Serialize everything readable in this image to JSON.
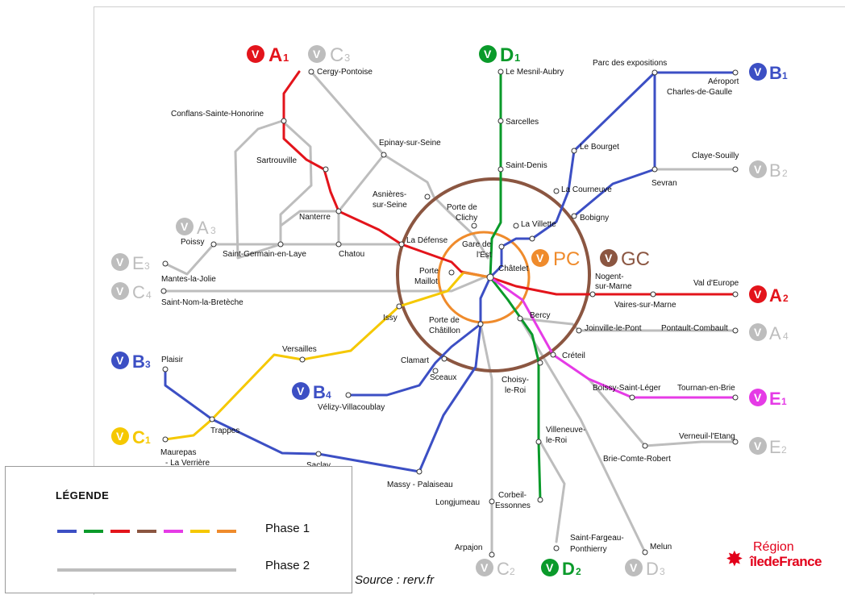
{
  "colors": {
    "rer_a": "#e3141b",
    "rer_b": "#3c4fc4",
    "rer_c": "#f5c800",
    "rer_d": "#0a9a2a",
    "rer_e": "#e53be6",
    "pc": "#ef8b2c",
    "gc": "#8b5641",
    "phase2": "#bdbdbd"
  },
  "badges": {
    "a1": {
      "letter": "A",
      "sub": "1"
    },
    "c3": {
      "letter": "C",
      "sub": "3"
    },
    "d1": {
      "letter": "D",
      "sub": "1"
    },
    "b1": {
      "letter": "B",
      "sub": "1"
    },
    "b2": {
      "letter": "B",
      "sub": "2"
    },
    "a3": {
      "letter": "A",
      "sub": "3"
    },
    "e3": {
      "letter": "E",
      "sub": "3"
    },
    "c4": {
      "letter": "C",
      "sub": "4"
    },
    "pc": {
      "letter": "PC",
      "sub": ""
    },
    "gc": {
      "letter": "GC",
      "sub": ""
    },
    "a2": {
      "letter": "A",
      "sub": "2"
    },
    "a4": {
      "letter": "A",
      "sub": "4"
    },
    "b3": {
      "letter": "B",
      "sub": "3"
    },
    "b4": {
      "letter": "B",
      "sub": "4"
    },
    "e1": {
      "letter": "E",
      "sub": "1"
    },
    "c1": {
      "letter": "C",
      "sub": "1"
    },
    "e2": {
      "letter": "E",
      "sub": "2"
    },
    "c2": {
      "letter": "C",
      "sub": "2"
    },
    "d2": {
      "letter": "D",
      "sub": "2"
    },
    "d3": {
      "letter": "D",
      "sub": "3"
    },
    "v": "V"
  },
  "stations": {
    "cergy": "Cergy-Pontoise",
    "le_mesnil": "Le Mesnil-Aubry",
    "parc_expo": "Parc des expositions",
    "aeroport": "Aéroport",
    "cdg": "Charles-de-Gaulle",
    "conflans": "Conflans-Sainte-Honorine",
    "sarcelles": "Sarcelles",
    "epinay": "Epinay-sur-Seine",
    "le_bourget": "Le Bourget",
    "claye": "Claye-Souilly",
    "sartrouville": "Sartrouville",
    "saint_denis": "Saint-Denis",
    "asnieres1": "Asnières-",
    "asnieres2": "sur-Seine",
    "la_courneuve": "La Courneuve",
    "sevran": "Sevran",
    "porte_clichy1": "Porte de",
    "porte_clichy2": "Clichy",
    "nanterre": "Nanterre",
    "la_villette": "La Villette",
    "bobigny": "Bobigny",
    "poissy": "Poissy",
    "la_defense": "La Défense",
    "gare_est1": "Gare de",
    "gare_est2": "l'Est",
    "saint_germain": "Saint-Germain-en-Laye",
    "chatou": "Chatou",
    "porte_maillot1": "Porte",
    "porte_maillot2": "Maillot",
    "chatelet": "Châtelet",
    "mantes": "Mantes-la-Jolie",
    "nogent1": "Nogent-",
    "nogent2": "sur-Marne",
    "val_europe": "Val d'Europe",
    "saint_nom": "Saint-Nom-la-Bretèche",
    "vaires": "Vaires-sur-Marne",
    "issy": "Issy",
    "bercy": "Bercy",
    "porte_chatillon1": "Porte de",
    "porte_chatillon2": "Châtillon",
    "joinville": "Joinville-le-Pont",
    "pontault": "Pontault-Combault",
    "versailles": "Versailles",
    "creteil": "Créteil",
    "plaisir": "Plaisir",
    "clamart": "Clamart",
    "sceaux": "Sceaux",
    "choisy1": "Choisy-",
    "choisy2": "le-Roi",
    "boissy": "Boissy-Saint-Léger",
    "tournan": "Tournan-en-Brie",
    "velizy": "Vélizy-Villacoublay",
    "trappes": "Trappes",
    "verneuil": "Verneuil-l'Etang",
    "villeneuve1": "Villeneuve-",
    "villeneuve2": "le-Roi",
    "maurepas1": "Maurepas",
    "maurepas2": "- La Verrière",
    "brie": "Brie-Comte-Robert",
    "saclay": "Saclay",
    "massy": "Massy - Palaiseau",
    "longjumeau": "Longjumeau",
    "corbeil1": "Corbeil-",
    "corbeil2": "Essonnes",
    "saint_fargeau1": "Saint-Fargeau-",
    "saint_fargeau2": "Ponthierry",
    "melun": "Melun",
    "arpajon": "Arpajon"
  },
  "legend": {
    "title": "LÉGENDE",
    "phase1": "Phase 1",
    "phase2": "Phase 2"
  },
  "source": "Source : rerv.fr",
  "region_logo": {
    "top": "Région",
    "bottom": "îledeFrance"
  }
}
